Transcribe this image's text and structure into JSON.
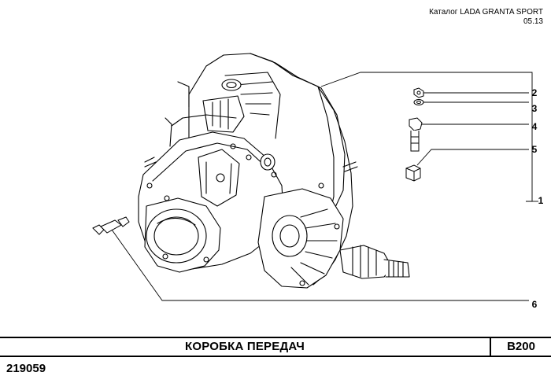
{
  "header": {
    "catalog": "Каталог LADA GRANTA SPORT",
    "date": "05.13"
  },
  "callouts": [
    "1",
    "2",
    "3",
    "4",
    "5",
    "6"
  ],
  "title_bar": {
    "title": "КОРОБКА ПЕРЕДАЧ",
    "section_code": "B200"
  },
  "catalog_number": "219059"
}
